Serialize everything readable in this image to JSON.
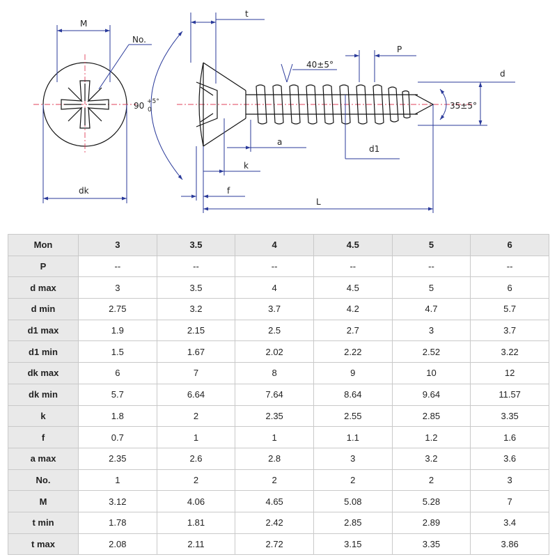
{
  "drawing": {
    "labels": {
      "M": "M",
      "No": "No.",
      "angle90": "90",
      "angle90_sup": "+5°",
      "angle90_sub": "0",
      "t": "t",
      "thread_angle": "40±5°",
      "P": "P",
      "d": "d",
      "tip_angle": "35±5°",
      "a": "a",
      "d1": "d1",
      "k": "k",
      "f": "f",
      "L": "L",
      "dk": "dk"
    }
  },
  "table": {
    "header": [
      "Mon",
      "3",
      "3.5",
      "4",
      "4.5",
      "5",
      "6"
    ],
    "rows": [
      [
        "P",
        "--",
        "--",
        "--",
        "--",
        "--",
        "--"
      ],
      [
        "d max",
        "3",
        "3.5",
        "4",
        "4.5",
        "5",
        "6"
      ],
      [
        "d min",
        "2.75",
        "3.2",
        "3.7",
        "4.2",
        "4.7",
        "5.7"
      ],
      [
        "d1 max",
        "1.9",
        "2.15",
        "2.5",
        "2.7",
        "3",
        "3.7"
      ],
      [
        "d1 min",
        "1.5",
        "1.67",
        "2.02",
        "2.22",
        "2.52",
        "3.22"
      ],
      [
        "dk max",
        "6",
        "7",
        "8",
        "9",
        "10",
        "12"
      ],
      [
        "dk min",
        "5.7",
        "6.64",
        "7.64",
        "8.64",
        "9.64",
        "11.57"
      ],
      [
        "k",
        "1.8",
        "2",
        "2.35",
        "2.55",
        "2.85",
        "3.35"
      ],
      [
        "f",
        "0.7",
        "1",
        "1",
        "1.1",
        "1.2",
        "1.6"
      ],
      [
        "a max",
        "2.35",
        "2.6",
        "2.8",
        "3",
        "3.2",
        "3.6"
      ],
      [
        "No.",
        "1",
        "2",
        "2",
        "2",
        "2",
        "3"
      ],
      [
        "M",
        "3.12",
        "4.06",
        "4.65",
        "5.08",
        "5.28",
        "7"
      ],
      [
        "t min",
        "1.78",
        "1.81",
        "2.42",
        "2.85",
        "2.89",
        "3.4"
      ],
      [
        "t max",
        "2.08",
        "2.11",
        "2.72",
        "3.15",
        "3.35",
        "3.86"
      ]
    ]
  }
}
